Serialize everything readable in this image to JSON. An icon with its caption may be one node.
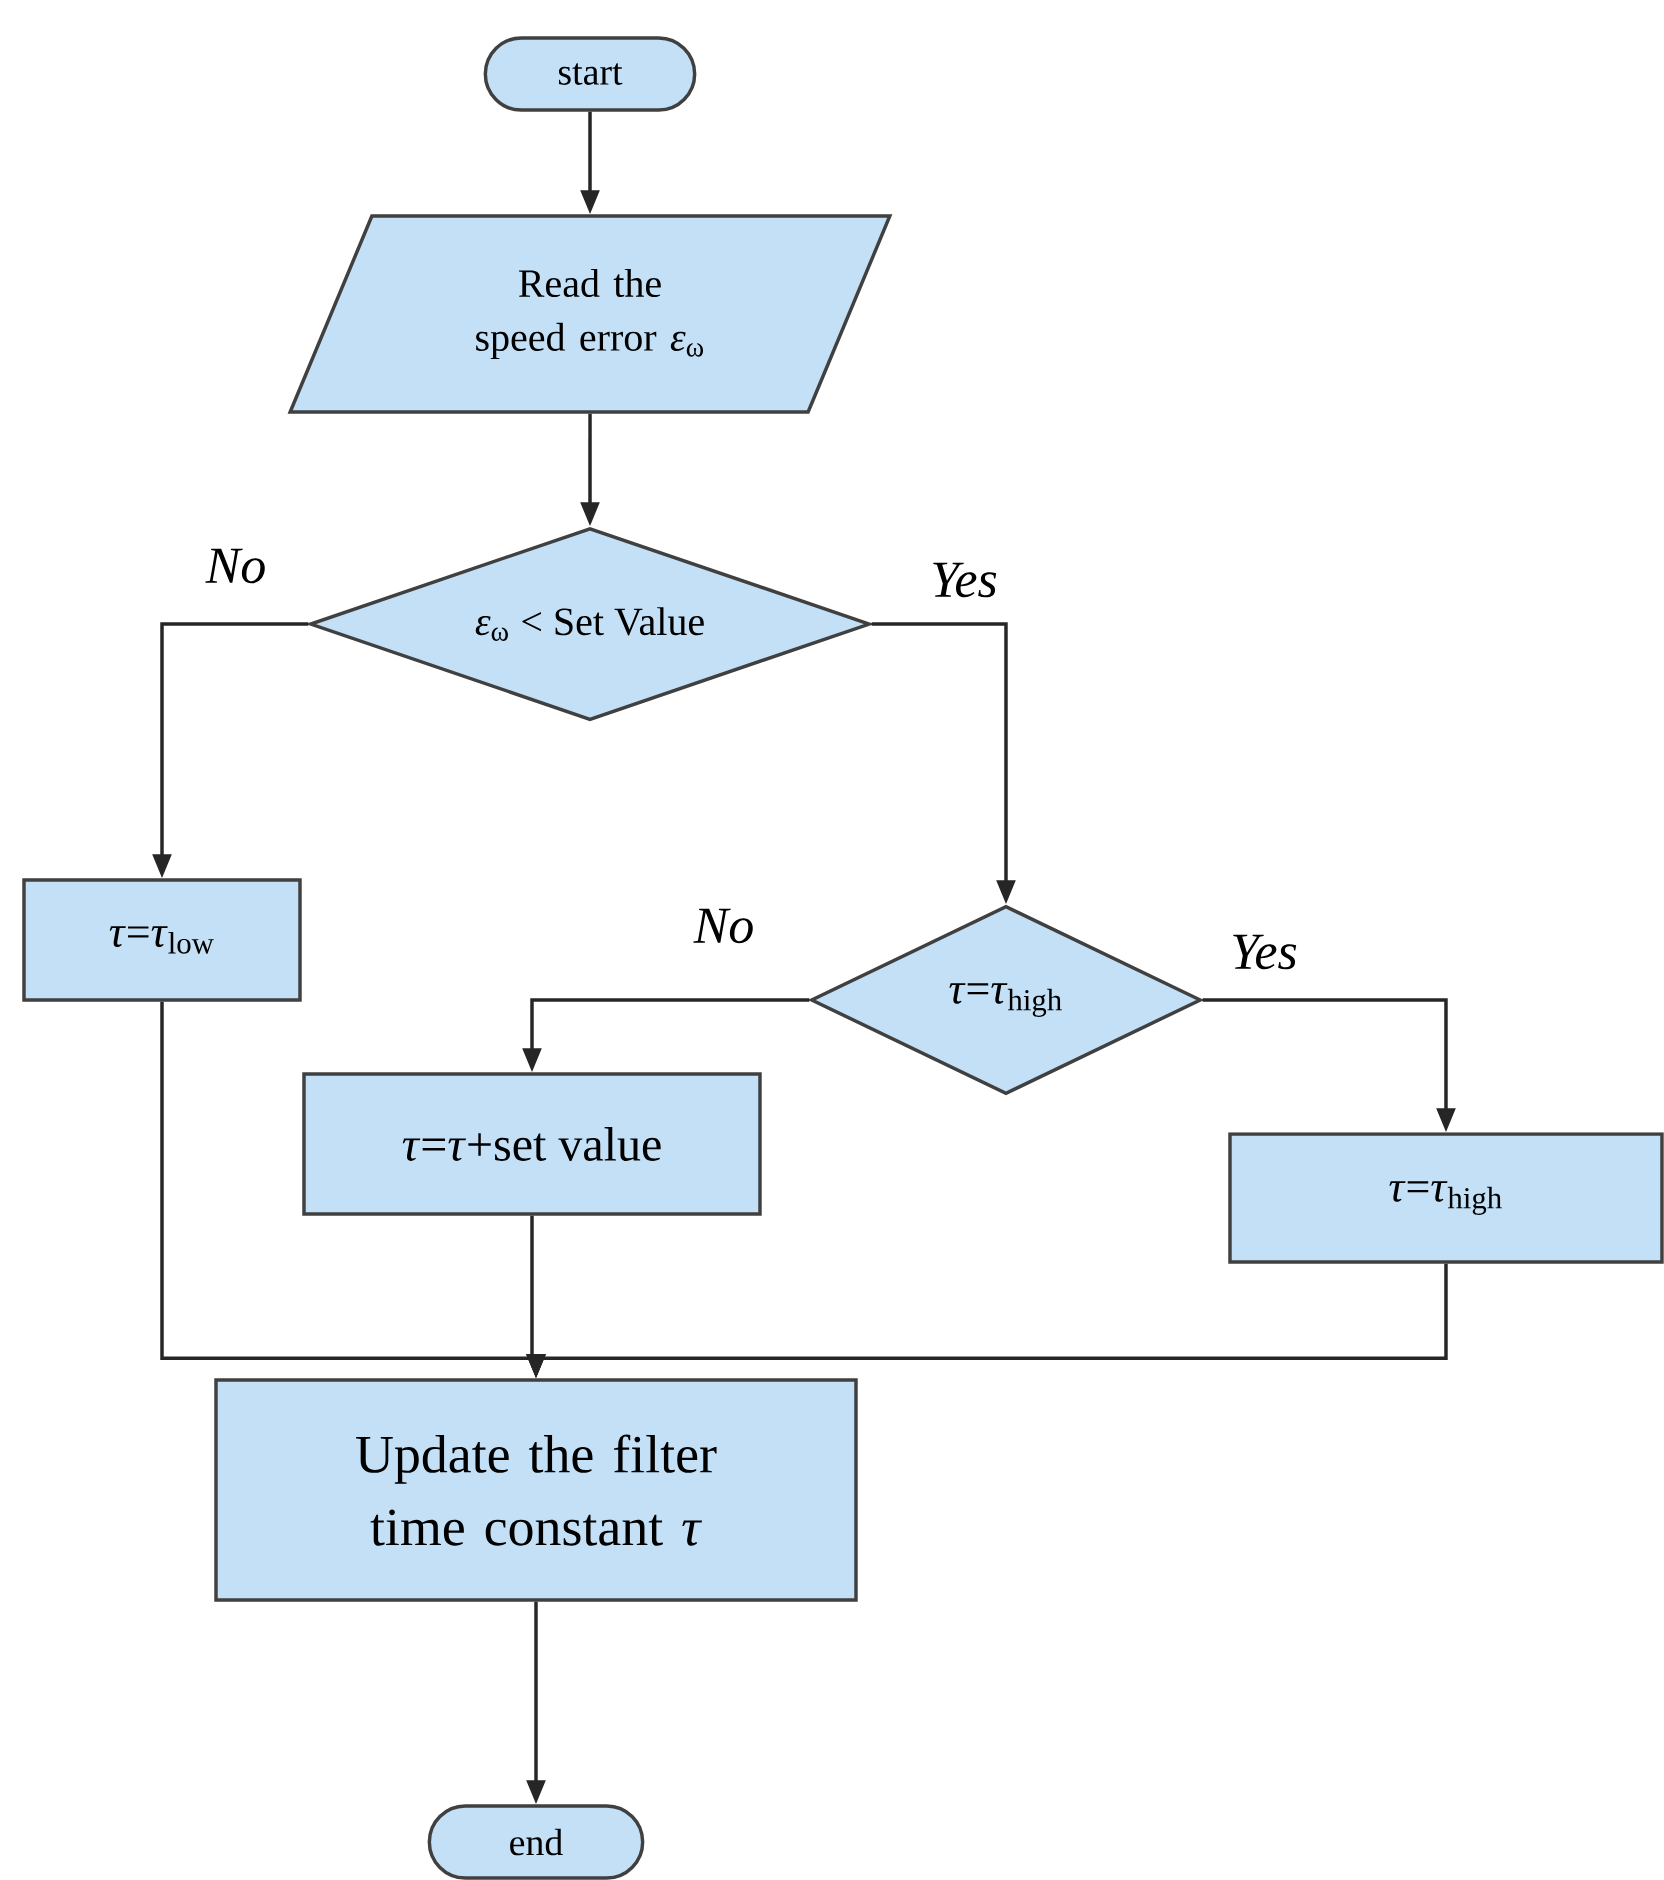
{
  "diagram": {
    "nodes": [
      {
        "text": [
          "start"
        ]
      },
      {
        "text": [
          "Read the speed error *ε*$_{ω}$"
        ]
      },
      {
        "text": [
          "*ε*$_{ω}$ < Set Value"
        ]
      },
      {
        "text": [
          "*τ*=*τ*$_{low}$"
        ]
      },
      {
        "text": [
          "*τ*=*τ*$_{high}$"
        ]
      },
      {
        "text": [
          "*τ*=*τ*+set value"
        ]
      },
      {
        "text": [
          "*τ*=*τ*$_{high}$"
        ]
      },
      {
        "text": [
          "Update the filter time constant *τ*"
        ]
      },
      {
        "text": [
          "end"
        ]
      }
    ],
    "edges": [
      {
        "from": 0,
        "to": 1,
        "arrow": "to"
      },
      {
        "from": 1,
        "to": 2,
        "arrow": "to"
      },
      {
        "from": 2,
        "to": 3,
        "arrow": "to",
        "label": "No"
      },
      {
        "from": 2,
        "to": 4,
        "arrow": "to",
        "label": "Yes"
      },
      {
        "from": 4,
        "to": 5,
        "arrow": "to",
        "label": "No"
      },
      {
        "from": 4,
        "to": 6,
        "arrow": "to",
        "label": "Yes"
      },
      {
        "from": 3,
        "to": 7,
        "arrow": "to"
      },
      {
        "from": 5,
        "to": 7,
        "arrow": "to"
      },
      {
        "from": 6,
        "to": 7,
        "arrow": "to"
      },
      {
        "from": 7,
        "to": 8,
        "arrow": "to"
      }
    ]
  }
}
